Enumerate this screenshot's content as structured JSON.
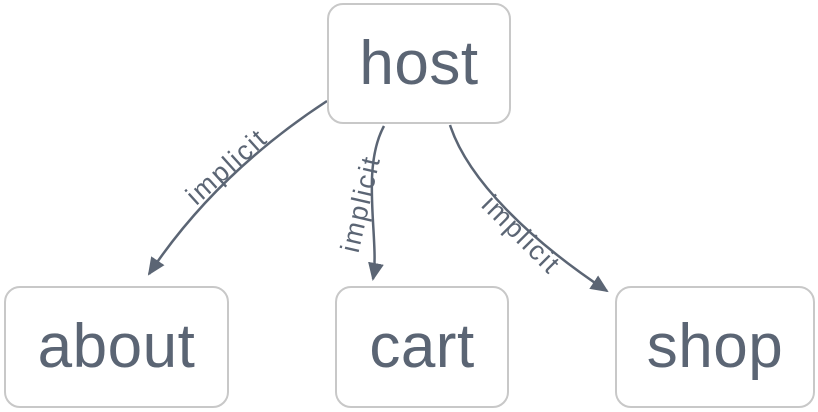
{
  "diagram": {
    "type": "flowchart",
    "background_color": "#ffffff",
    "colors": {
      "node_border": "#c8c8c8",
      "node_fill": "#ffffff",
      "node_text": "#5b6574",
      "edge_stroke": "#5b6574",
      "edge_label_text": "#5b6574"
    },
    "nodes": [
      {
        "id": "host",
        "label": "host"
      },
      {
        "id": "about",
        "label": "about"
      },
      {
        "id": "cart",
        "label": "cart"
      },
      {
        "id": "shop",
        "label": "shop"
      }
    ],
    "edges": [
      {
        "from": "host",
        "to": "about",
        "label": "implicit",
        "arrow": "filled-triangle"
      },
      {
        "from": "host",
        "to": "cart",
        "label": "implicit",
        "arrow": "filled-triangle"
      },
      {
        "from": "host",
        "to": "shop",
        "label": "implicit",
        "arrow": "filled-triangle"
      }
    ]
  }
}
